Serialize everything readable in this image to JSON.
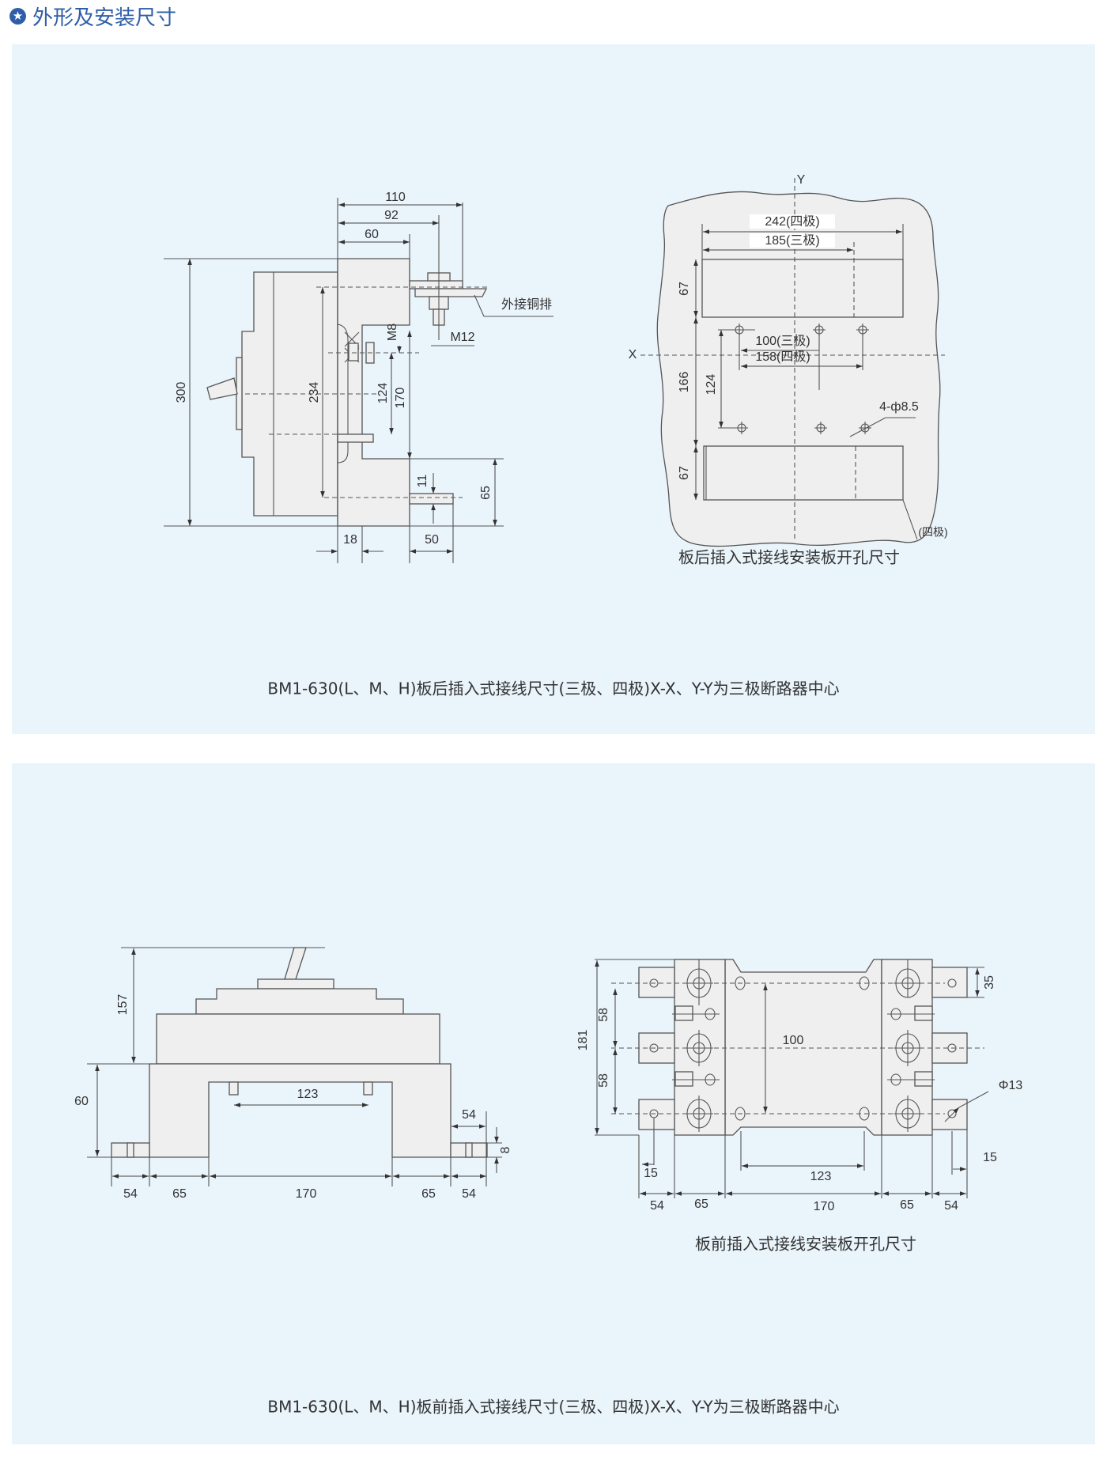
{
  "header": {
    "icon": "star-circle-icon",
    "title": "外形及安装尺寸"
  },
  "panel_rear": {
    "side_view": {
      "d110": "110",
      "d92": "92",
      "d60": "60",
      "d300": "300",
      "d234": "234",
      "d124": "124",
      "d170": "170",
      "m8": "M8",
      "m12": "M12",
      "d65": "65",
      "d11": "11",
      "d18": "18",
      "d50": "50",
      "busbar_label": "外接铜排"
    },
    "cutout": {
      "y_axis": "Y",
      "x_axis": "X",
      "d242": "242(四极)",
      "d185": "185(三极)",
      "d67_top": "67",
      "d166": "166",
      "d67_bottom": "67",
      "d124": "124",
      "d100": "100(三极)",
      "d158": "158(四极)",
      "holes": "4-ф8.5",
      "four_pole": "(四极)",
      "caption": "板后插入式接线安装板开孔尺寸"
    },
    "caption": "BM1-630(L、M、H)板后插入式接线尺寸(三极、四极)X-X、Y-Y为三极断路器中心"
  },
  "panel_front": {
    "side_view": {
      "d157": "157",
      "d60": "60",
      "d123": "123",
      "d54_top": "54",
      "d8": "8",
      "bottom": [
        "54",
        "65",
        "170",
        "65",
        "54"
      ]
    },
    "cutout": {
      "d181": "181",
      "d58a": "58",
      "d58b": "58",
      "d100": "100",
      "d35": "35",
      "phi13": "Φ13",
      "d15_left": "15",
      "d15_right": "15",
      "d123": "123",
      "bottom": [
        "54",
        "65",
        "170",
        "65",
        "54"
      ],
      "caption": "板前插入式接线安装板开孔尺寸"
    },
    "caption": "BM1-630(L、M、H)板前插入式接线尺寸(三极、四极)X-X、Y-Y为三极断路器中心"
  },
  "colors": {
    "title": "#2f5ea8",
    "panel_bg": "#e9f4fb",
    "part_fill": "#efefef"
  }
}
